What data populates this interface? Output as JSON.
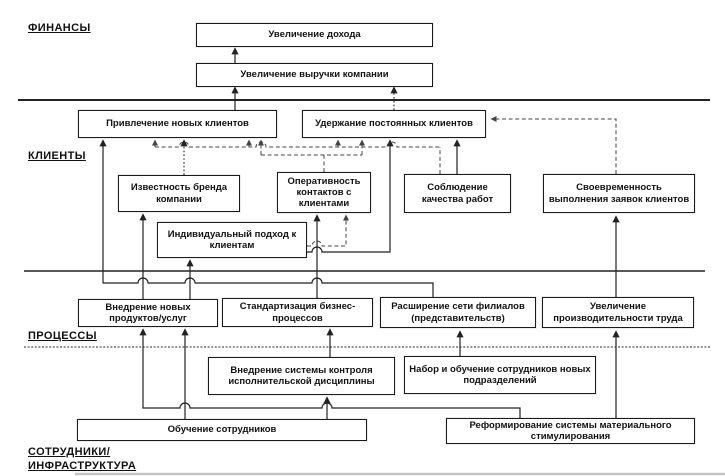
{
  "sections": {
    "finance": "ФИНАНСЫ",
    "clients": "КЛИЕНТЫ",
    "processes": "ПРОЦЕССЫ",
    "staff_line1": "СОТРУДНИКИ/",
    "staff_line2": "ИНФРАСТРУКТУРА"
  },
  "boxes": {
    "income": "Увеличение дохода",
    "revenue": "Увеличение выручки компании",
    "new_clients": "Привлечение новых клиентов",
    "retain_clients": "Удержание постоянных клиентов",
    "brand": "Известность бренда компании",
    "contact_speed": "Оперативность контактов с клиентами",
    "quality": "Соблюдение качества работ",
    "timeliness": "Своевременность выполнения заявок клиентов",
    "individual": "Индивидуальный подход к клиентам",
    "new_products": "Внедрение новых продуктов/услуг",
    "standardization": "Стандартизация бизнес-процессов",
    "branches": "Расширение сети филиалов (представительств)",
    "productivity": "Увеличение производительности труда",
    "discipline": "Внедрение системы контроля исполнительской дисциплины",
    "recruiting": "Набор и обучение сотрудников новых подразделений",
    "training": "Обучение сотрудников",
    "incentives": "Реформирование системы материального стимулирования"
  }
}
